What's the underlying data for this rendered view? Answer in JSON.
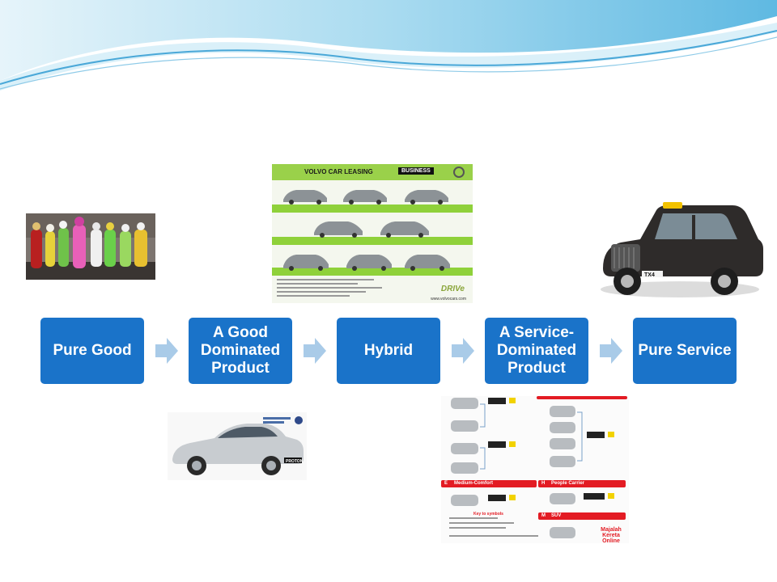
{
  "stages": [
    {
      "label": "Pure Good"
    },
    {
      "label": "A Good Dominated Product"
    },
    {
      "label": "Hybrid"
    },
    {
      "label": "A Service-Dominated Product"
    },
    {
      "label": "Pure Service"
    }
  ],
  "colors": {
    "box": "#1a73c9",
    "arrow": "#a9cbe8",
    "wave_light": "#cfe9f5",
    "wave_dark": "#4aa8d8"
  },
  "volvo_ad": {
    "heading": "VOLVO CAR LEASING",
    "tag": "BUSINESS",
    "website": "www.volvocars.com",
    "brand": "DRIVe"
  },
  "taxi": {
    "plate": "TX4"
  },
  "proton": {
    "plate": "PROTON"
  },
  "rental": {
    "sections": [
      "Medium-Comfort",
      "People Carrier",
      "SUV"
    ],
    "section_keys": [
      "E",
      "H",
      "M"
    ],
    "key_label": "Key to symbols",
    "stamp": "Majalah Kereta Online"
  }
}
